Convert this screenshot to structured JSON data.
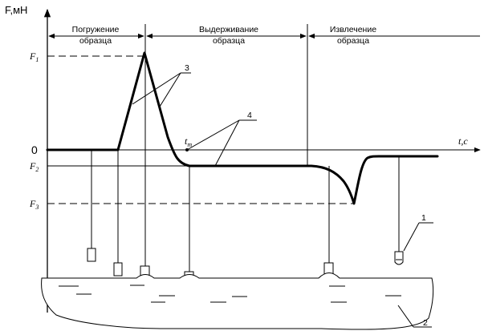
{
  "axes": {
    "y_label": "F,мН",
    "x_label": "t,c",
    "zero_label": "0"
  },
  "levels": {
    "f1": "F",
    "f1_sub": "1",
    "f2": "F",
    "f2_sub": "2",
    "f3": "F",
    "f3_sub": "3",
    "t_mark": "t",
    "t_mark_sub": "т"
  },
  "phases": [
    {
      "line1": "Погружение",
      "line2": "образца"
    },
    {
      "line1": "Выдерживание",
      "line2": "образца"
    },
    {
      "line1": "Извлечение",
      "line2": "образца"
    }
  ],
  "callouts": {
    "c1": "1",
    "c2": "2",
    "c3": "3",
    "c4": "4"
  }
}
